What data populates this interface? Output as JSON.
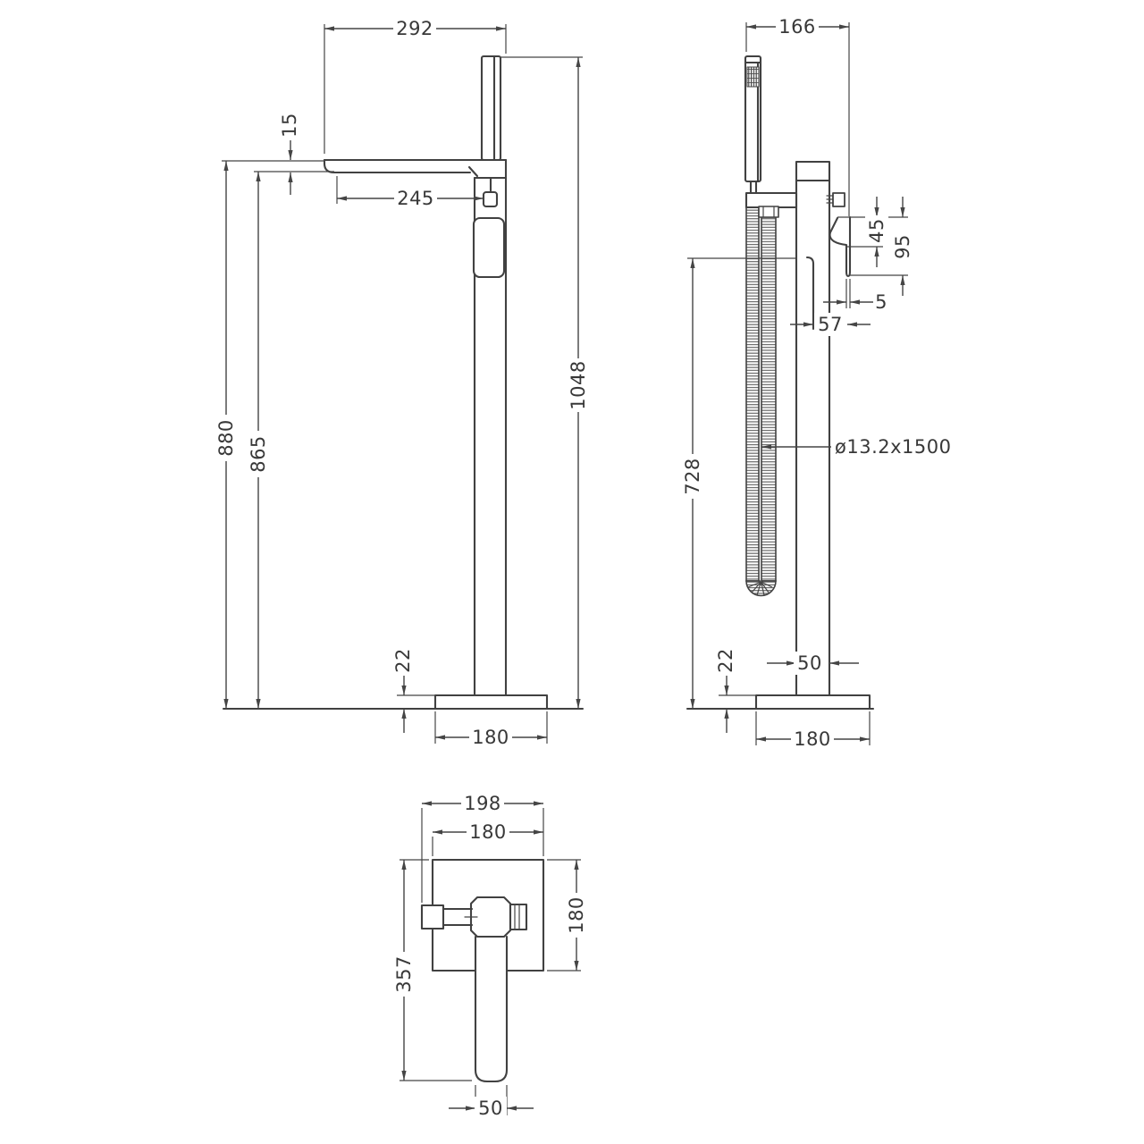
{
  "drawing": {
    "description": "Freestanding bath shower mixer tap - dimensional technical drawing",
    "colors": {
      "line": "#414141",
      "text": "#383838",
      "background": "#ffffff"
    },
    "front_view": {
      "spout_reach": "292",
      "spout_thickness": "15",
      "outlet_offset": "245",
      "floor_to_spout_top": "880",
      "floor_to_spout_underside": "865",
      "overall_height": "1048",
      "base_plate_thickness": "22",
      "base_plate_width": "180"
    },
    "side_view": {
      "overall_depth": "166",
      "handle_body_height": "45",
      "handle_overall_height": "95",
      "handle_tip_thickness": "5",
      "handle_projection": "57",
      "hose_spec": "ø13.2x1500",
      "floor_to_outlet": "728",
      "base_plate_thickness": "22",
      "column_depth": "50",
      "base_plate_depth": "180"
    },
    "plan_view": {
      "overall_width": "198",
      "base_plate_width": "180",
      "overall_projection": "357",
      "base_plate_depth": "180",
      "spout_width": "50"
    }
  }
}
